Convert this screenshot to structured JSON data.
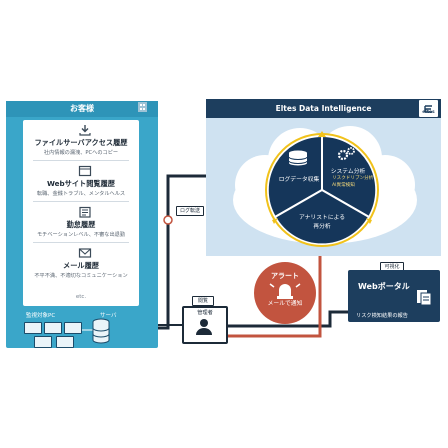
{
  "customer": {
    "title": "お客様",
    "items": [
      {
        "icon": "download-icon",
        "title": "ファイルサーバアクセス履歴",
        "subtitle": "社内情報の漏洩、PCへのコピー"
      },
      {
        "icon": "browser-icon",
        "title": "Webサイト閲覧履歴",
        "subtitle": "転職、金銭トラブル、メンタルヘルス"
      },
      {
        "icon": "clock-icon",
        "title": "勤怠履歴",
        "subtitle": "モチベーションレベル、不審な出退勤"
      },
      {
        "icon": "mail-icon",
        "title": "メール履歴",
        "subtitle": "不平不満、不適切なコミュニケーション"
      }
    ],
    "etc": "etc.",
    "monitor_label": "監視対象PC",
    "server_label": "サーバ"
  },
  "log_transfer_label": "ログ転送",
  "eltes": {
    "title": "Eltes Data Intelligence",
    "logo_text": "eltes",
    "segments": {
      "log_collection": "ログデータ収集",
      "system_analysis": "システム分析",
      "analyst_line1": "アナリストによる",
      "analyst_line2": "再分析"
    },
    "system_sub": [
      "リスクドリブン分析",
      "AI異常検知"
    ]
  },
  "alert": {
    "title": "アラート",
    "subtitle": "メールで通知"
  },
  "visualize_label": "可視化",
  "portal": {
    "title": "Webポータル",
    "subtitle": "リスク検知結果の報告"
  },
  "browse_label": "閲覧",
  "admin_label": "管理者",
  "colors": {
    "customer_bg": "#3aa6c9",
    "eltes_header": "#1d3e5e",
    "cloud_bg": "#cfe2f1",
    "pie_dark": "#15365a",
    "alert_red": "#c2543f",
    "flow_line": "#1c2a38",
    "alert_line": "#c2543f",
    "accent_yellow": "#f1c21b"
  }
}
